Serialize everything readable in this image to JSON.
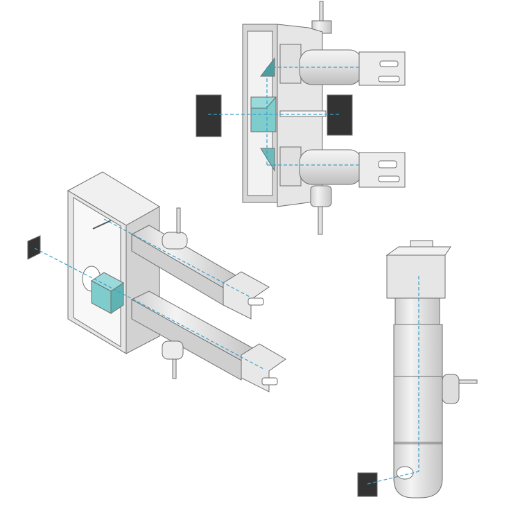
{
  "colors": {
    "body": "#e4e4e4",
    "body_light": "#f2f2f2",
    "body_shadow": "#c8c8c8",
    "edge": "#6e6e6e",
    "glass": "#7fcccc",
    "glass_dark": "#5fb3b3",
    "beam": "#3aa0c8",
    "detector": "#333333"
  },
  "views": [
    {
      "id": "front-view",
      "components": [
        "housing-frame",
        "upper-camera-tube",
        "lower-camera-tube",
        "beam-splitter-cube",
        "upper-prism",
        "lower-prism",
        "left-target",
        "right-target"
      ]
    },
    {
      "id": "isometric-view",
      "components": [
        "housing-box",
        "upper-camera-tube",
        "lower-camera-tube",
        "beam-splitter-cube",
        "target"
      ]
    },
    {
      "id": "single-camera-view",
      "components": [
        "camera-head",
        "vertical-tube",
        "side-port",
        "elbow",
        "target"
      ]
    }
  ]
}
